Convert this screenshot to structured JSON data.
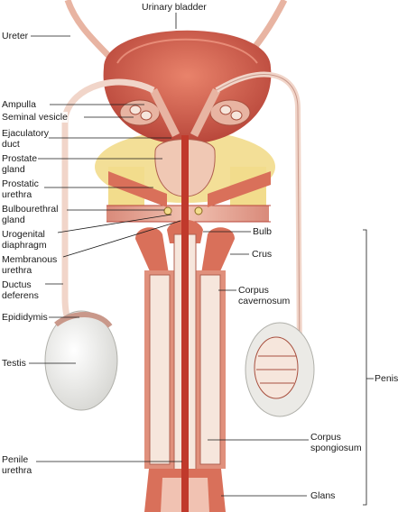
{
  "labels": {
    "urinary_bladder": "Urinary bladder",
    "ureter": "Ureter",
    "ampulla": "Ampulla",
    "seminal_vesicle": "Seminal vesicle",
    "ejaculatory_duct_1": "Ejaculatory",
    "ejaculatory_duct_2": "duct",
    "prostate_gland_1": "Prostate",
    "prostate_gland_2": "gland",
    "prostatic_urethra_1": "Prostatic",
    "prostatic_urethra_2": "urethra",
    "bulbourethral_gland_1": "Bulbourethral",
    "bulbourethral_gland_2": "gland",
    "urogenital_diaphragm_1": "Urogenital",
    "urogenital_diaphragm_2": "diaphragm",
    "membranous_urethra_1": "Membranous",
    "membranous_urethra_2": "urethra",
    "ductus_deferens_1": "Ductus",
    "ductus_deferens_2": "deferens",
    "epididymis": "Epididymis",
    "testis": "Testis",
    "penile_urethra_1": "Penile",
    "penile_urethra_2": "urethra",
    "bulb": "Bulb",
    "crus": "Crus",
    "corpus_cavernosum_1": "Corpus",
    "corpus_cavernosum_2": "cavernosum",
    "penis": "Penis",
    "corpus_spongiosum_1": "Corpus",
    "corpus_spongiosum_2": "spongiosum",
    "glans": "Glans"
  },
  "colors": {
    "bladder": "#d9705a",
    "bladder_dark": "#b8463a",
    "tissue": "#e8b4a2",
    "fat": "#f2dc8c",
    "urethra": "#c0392b",
    "sponge": "#f6e6dc"
  }
}
